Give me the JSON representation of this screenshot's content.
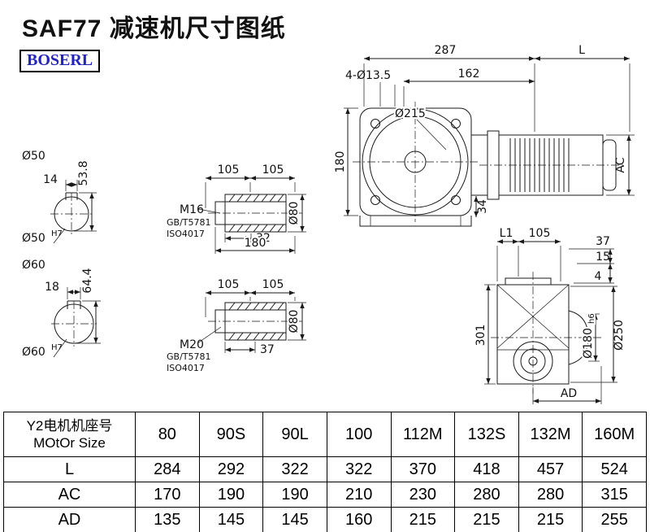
{
  "page": {
    "title": "SAF77 减速机尺寸图纸",
    "logo": "BOSERL"
  },
  "front_view": {
    "dim_287": "287",
    "dim_L": "L",
    "dim_162": "162",
    "holes": "4-Ø13.5",
    "d215": "Ø215",
    "dim_180": "180",
    "dim_34": "34",
    "dim_AC": "AC"
  },
  "shaft50": {
    "d50": "Ø50",
    "key_w": "14",
    "key_h": "53.8",
    "bore": "Ø50",
    "tol": "H7"
  },
  "shaft60": {
    "d60": "Ø60",
    "key_w": "18",
    "key_h": "64.4",
    "bore": "Ø60",
    "tol": "H7"
  },
  "hollow_top": {
    "dim_105a": "105",
    "dim_105b": "105",
    "thread": "M16",
    "std_gb": "GB/T5781",
    "std_iso": "ISO4017",
    "dim_32": "32",
    "dim_180": "180",
    "d80": "Ø80"
  },
  "hollow_bottom": {
    "dim_105a": "105",
    "dim_105b": "105",
    "thread": "M20",
    "std_gb": "GB/T5781",
    "std_iso": "ISO4017",
    "dim_37": "37",
    "d80": "Ø80"
  },
  "side_view": {
    "dim_L1": "L1",
    "dim_105": "105",
    "dim_37": "37",
    "dim_15": "15",
    "dim_4": "4",
    "dim_301": "301",
    "d180": "Ø180",
    "d180_tol": "h6",
    "d250": "Ø250",
    "dim_AD": "AD"
  },
  "table": {
    "header_cn": "Y2电机机座号",
    "header_en": "MOtOr Size",
    "sizes": [
      "80",
      "90S",
      "90L",
      "100",
      "112M",
      "132S",
      "132M",
      "160M"
    ],
    "rows": [
      {
        "label": "L",
        "values": [
          "284",
          "292",
          "322",
          "322",
          "370",
          "418",
          "457",
          "524"
        ]
      },
      {
        "label": "AC",
        "values": [
          "170",
          "190",
          "190",
          "210",
          "230",
          "280",
          "280",
          "315"
        ]
      },
      {
        "label": "AD",
        "values": [
          "135",
          "145",
          "145",
          "160",
          "215",
          "215",
          "215",
          "255"
        ]
      }
    ]
  }
}
